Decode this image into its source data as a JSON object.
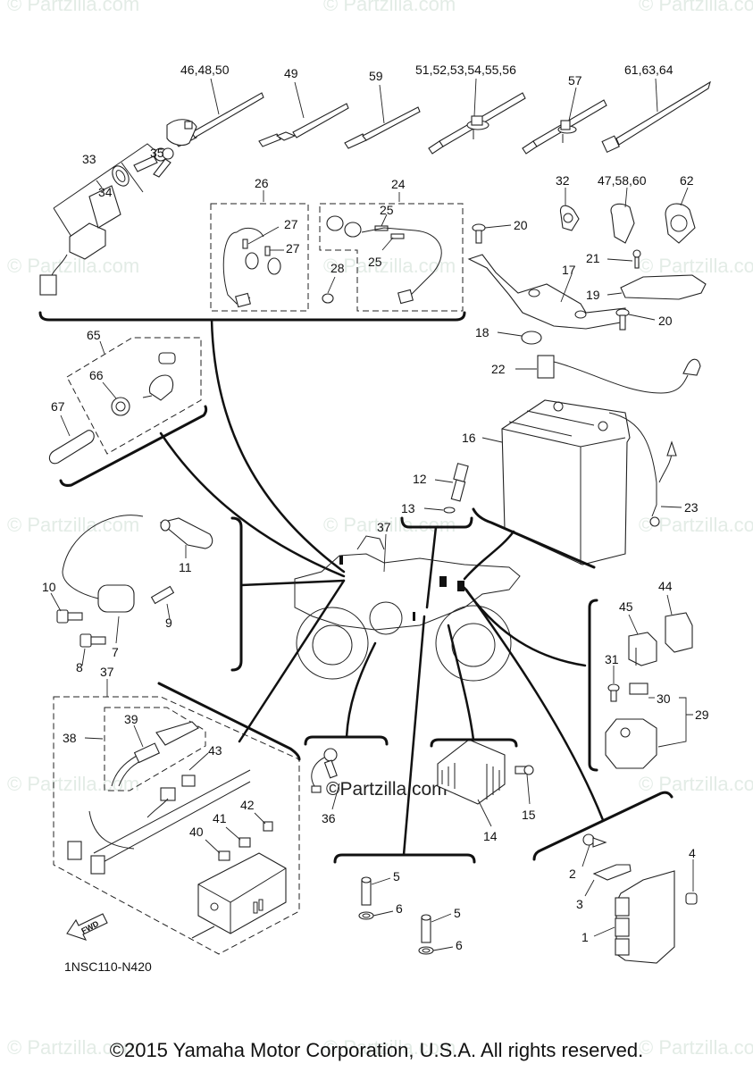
{
  "diagram": {
    "title": "Electrical 1",
    "diagram_code": "1NSC110-N420",
    "fwd_arrow_label": "FWD",
    "watermark": "© Partzilla.com",
    "center_watermark": "©Partzilla.com",
    "copyright": "©2015 Yamaha Motor Corporation, U.S.A. All rights reserved."
  },
  "callouts": {
    "c1": "1",
    "c2": "2",
    "c3": "3",
    "c4": "4",
    "c5a": "5",
    "c5b": "5",
    "c6a": "6",
    "c6b": "6",
    "c7": "7",
    "c8": "8",
    "c9": "9",
    "c10": "10",
    "c11": "11",
    "c12": "12",
    "c13": "13",
    "c14": "14",
    "c15": "15",
    "c16": "16",
    "c17": "17",
    "c18": "18",
    "c19": "19",
    "c20a": "20",
    "c20b": "20",
    "c21": "21",
    "c22": "22",
    "c23": "23",
    "c24": "24",
    "c25a": "25",
    "c25b": "25",
    "c26": "26",
    "c27a": "27",
    "c27b": "27",
    "c28": "28",
    "c29": "29",
    "c30": "30",
    "c31": "31",
    "c32": "32",
    "c33": "33",
    "c34": "34",
    "c35": "35",
    "c36": "36",
    "c37a": "37",
    "c37b": "37",
    "c38": "38",
    "c39": "39",
    "c40": "40",
    "c41": "41",
    "c42": "42",
    "c43": "43",
    "c44": "44",
    "c45": "45",
    "c46_48_50": "46,48,50",
    "c47_58_60": "47,58,60",
    "c49": "49",
    "c51_56": "51,52,53,54,55,56",
    "c57": "57",
    "c59": "59",
    "c61_63_64": "61,63,64",
    "c62": "62",
    "c65": "65",
    "c66": "66",
    "c67": "67"
  }
}
